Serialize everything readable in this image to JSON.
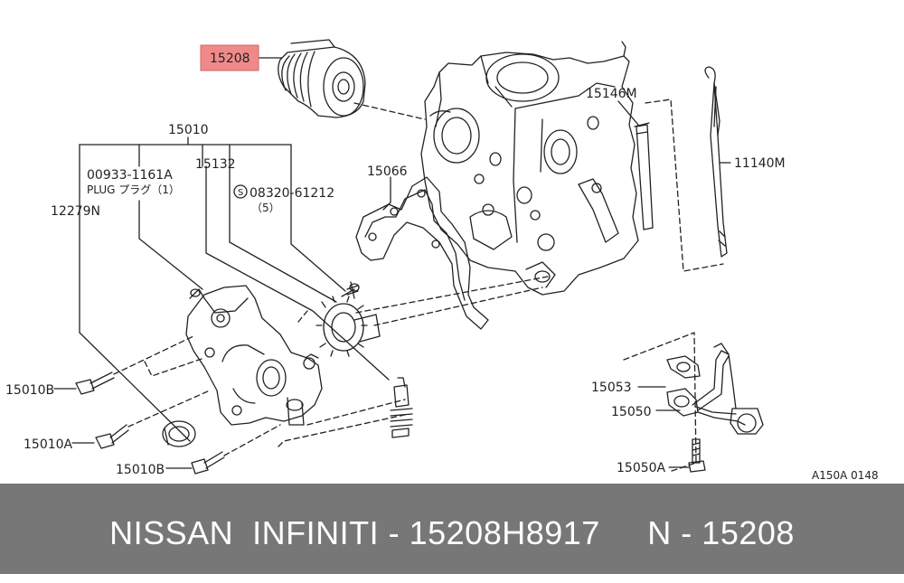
{
  "labels": {
    "oil_filter": "15208",
    "oil_pump_assy": "15010",
    "plug_part": "00933-1161A",
    "plug_desc": "PLUG プラグ（1）",
    "pump_gasket_part": "15132",
    "bolt_part": "08320-61212",
    "bolt_qty": "（5）",
    "oil_seal": "12279N",
    "pan_gasket": "15066",
    "guide_tube": "15146M",
    "dipstick": "11140M",
    "bolt_b_top": "15010B",
    "bolt_a": "15010A",
    "bolt_b_bottom": "15010B",
    "strainer_gasket": "15053",
    "strainer": "15050",
    "strainer_bolt": "15050A",
    "figure_code": "A150A 0148",
    "circle_mark": "S"
  },
  "colors": {
    "highlight": "#f08a8a",
    "line": "#222222",
    "footer_bg": "#777777",
    "footer_text": "#ffffff"
  },
  "footer": {
    "text": "NISSAN  INFINITI - 15208H8917     N - 15208"
  }
}
